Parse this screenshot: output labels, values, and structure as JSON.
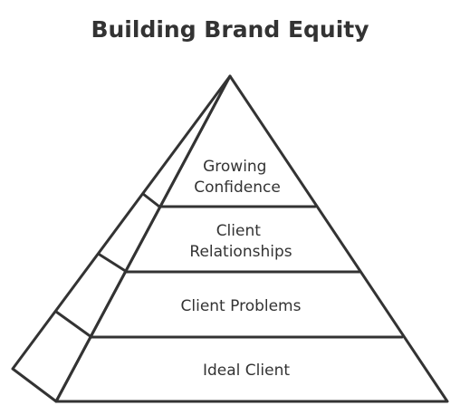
{
  "title": "Building Brand Equity",
  "levels": [
    {
      "lines": [
        "Growing",
        "Confidence"
      ]
    },
    {
      "lines": [
        "Client",
        "Relationships"
      ]
    },
    {
      "lines": [
        "Client Problems"
      ]
    },
    {
      "lines": [
        "Ideal Client"
      ]
    }
  ],
  "colors": {
    "ink": "#333333",
    "background": "#ffffff"
  }
}
